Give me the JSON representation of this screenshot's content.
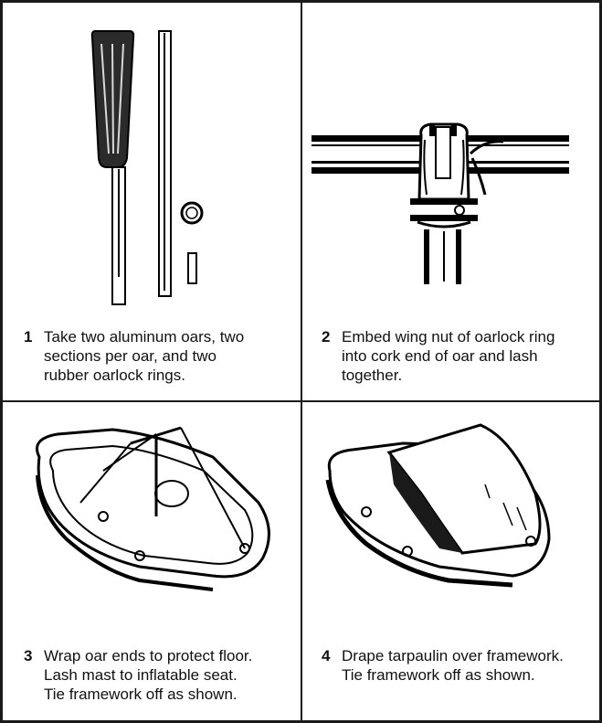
{
  "document": {
    "layout": "2x2 instruction panels",
    "border_color": "#1a1a1a"
  },
  "panels": [
    {
      "step": "1",
      "lines": [
        "Take two aluminum oars, two",
        "sections per oar, and two",
        "rubber oarlock rings."
      ],
      "illustration": "aluminum-oar-sections-and-oarlock-rings"
    },
    {
      "step": "2",
      "lines": [
        "Embed wing nut of oarlock ring",
        "into cork end of oar and lash",
        "together."
      ],
      "illustration": "oarlock-ring-lashed-to-oar"
    },
    {
      "step": "3",
      "lines": [
        "Wrap oar ends to protect floor.",
        "Lash mast to inflatable seat.",
        "Tie framework off as shown."
      ],
      "illustration": "raft-with-oar-framework"
    },
    {
      "step": "4",
      "lines": [
        "Drape tarpaulin over framework.",
        "Tie framework off as shown."
      ],
      "illustration": "raft-with-tarpaulin-cover"
    }
  ]
}
